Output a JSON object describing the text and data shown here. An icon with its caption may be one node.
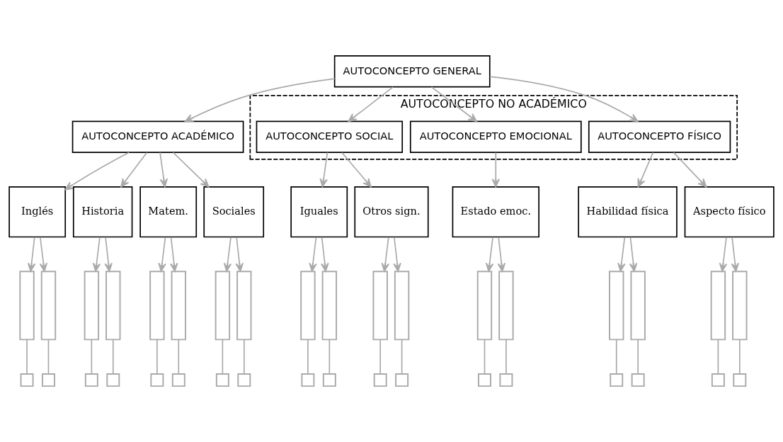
{
  "diagram": {
    "nodes": [
      {
        "text": [
          "AUTOCONCEPTO GENERAL"
        ]
      },
      {
        "text": [
          "AUTOCONCEPTO ACADÉMICO"
        ]
      },
      {
        "text": [
          "AUTOCONCEPTO NO ACADÉMICO"
        ]
      },
      {
        "text": [
          "AUTOCONCEPTO SOCIAL"
        ],
        "in": 2
      },
      {
        "text": [
          "AUTOCONCEPTO EMOCIONAL"
        ],
        "in": 2
      },
      {
        "text": [
          "AUTOCONCEPTO FÍSICO"
        ],
        "in": 2
      },
      {
        "text": [
          "Inglés"
        ]
      },
      {
        "text": [
          "Historia"
        ]
      },
      {
        "text": [
          "Matem."
        ]
      },
      {
        "text": [
          "Sociales"
        ]
      },
      {
        "text": [
          "Iguales"
        ]
      },
      {
        "text": [
          "Otros sign."
        ]
      },
      {
        "text": [
          "Estado emoc."
        ]
      },
      {
        "text": [
          "Habilidad física"
        ]
      },
      {
        "text": [
          "Aspecto físico"
        ]
      },
      {
        "text": [],
        "shape": "bar"
      },
      {
        "text": [],
        "shape": "bar"
      },
      {
        "text": [],
        "shape": "bar"
      },
      {
        "text": [],
        "shape": "bar"
      },
      {
        "text": [],
        "shape": "bar"
      },
      {
        "text": [],
        "shape": "bar"
      },
      {
        "text": [],
        "shape": "bar"
      },
      {
        "text": [],
        "shape": "bar"
      },
      {
        "text": [],
        "shape": "bar"
      },
      {
        "text": [],
        "shape": "bar"
      },
      {
        "text": [],
        "shape": "bar"
      },
      {
        "text": [],
        "shape": "bar"
      },
      {
        "text": [],
        "shape": "bar"
      },
      {
        "text": [],
        "shape": "bar"
      },
      {
        "text": [],
        "shape": "bar"
      },
      {
        "text": [],
        "shape": "bar"
      },
      {
        "text": [],
        "shape": "bar"
      },
      {
        "text": [],
        "shape": "bar"
      },
      {
        "text": [],
        "shape": "box"
      },
      {
        "text": [],
        "shape": "box"
      },
      {
        "text": [],
        "shape": "box"
      },
      {
        "text": [],
        "shape": "box"
      },
      {
        "text": [],
        "shape": "box"
      },
      {
        "text": [],
        "shape": "box"
      },
      {
        "text": [],
        "shape": "box"
      },
      {
        "text": [],
        "shape": "box"
      },
      {
        "text": [],
        "shape": "box"
      },
      {
        "text": [],
        "shape": "box"
      },
      {
        "text": [],
        "shape": "box"
      },
      {
        "text": [],
        "shape": "box"
      },
      {
        "text": [],
        "shape": "box"
      },
      {
        "text": [],
        "shape": "box"
      },
      {
        "text": [],
        "shape": "box"
      },
      {
        "text": [],
        "shape": "box"
      },
      {
        "text": [],
        "shape": "box"
      },
      {
        "text": [],
        "shape": "box"
      }
    ],
    "edges": [
      {
        "from": 0,
        "to": 1,
        "arrow": "to"
      },
      {
        "from": 0,
        "to": 3,
        "arrow": "to"
      },
      {
        "from": 0,
        "to": 4,
        "arrow": "to"
      },
      {
        "from": 0,
        "to": 5,
        "arrow": "to"
      },
      {
        "from": 1,
        "to": 6,
        "arrow": "to"
      },
      {
        "from": 1,
        "to": 7,
        "arrow": "to"
      },
      {
        "from": 1,
        "to": 8,
        "arrow": "to"
      },
      {
        "from": 1,
        "to": 9,
        "arrow": "to"
      },
      {
        "from": 3,
        "to": 10,
        "arrow": "to"
      },
      {
        "from": 3,
        "to": 11,
        "arrow": "to"
      },
      {
        "from": 4,
        "to": 12,
        "arrow": "to"
      },
      {
        "from": 5,
        "to": 13,
        "arrow": "to"
      },
      {
        "from": 5,
        "to": 14,
        "arrow": "to"
      },
      {
        "from": 6,
        "to": 15,
        "arrow": "to"
      },
      {
        "from": 6,
        "to": 16,
        "arrow": "to"
      },
      {
        "from": 7,
        "to": 17,
        "arrow": "to"
      },
      {
        "from": 7,
        "to": 18,
        "arrow": "to"
      },
      {
        "from": 8,
        "to": 19,
        "arrow": "to"
      },
      {
        "from": 8,
        "to": 20,
        "arrow": "to"
      },
      {
        "from": 9,
        "to": 21,
        "arrow": "to"
      },
      {
        "from": 9,
        "to": 22,
        "arrow": "to"
      },
      {
        "from": 10,
        "to": 23,
        "arrow": "to"
      },
      {
        "from": 10,
        "to": 24,
        "arrow": "to"
      },
      {
        "from": 11,
        "to": 25,
        "arrow": "to"
      },
      {
        "from": 11,
        "to": 26,
        "arrow": "to"
      },
      {
        "from": 12,
        "to": 27,
        "arrow": "to"
      },
      {
        "from": 12,
        "to": 28,
        "arrow": "to"
      },
      {
        "from": 13,
        "to": 29,
        "arrow": "to"
      },
      {
        "from": 13,
        "to": 30,
        "arrow": "to"
      },
      {
        "from": 14,
        "to": 31,
        "arrow": "to"
      },
      {
        "from": 14,
        "to": 32,
        "arrow": "to"
      },
      {
        "from": 15,
        "to": 33,
        "arrow": "none"
      },
      {
        "from": 16,
        "to": 34,
        "arrow": "none"
      },
      {
        "from": 17,
        "to": 35,
        "arrow": "none"
      },
      {
        "from": 18,
        "to": 36,
        "arrow": "none"
      },
      {
        "from": 19,
        "to": 37,
        "arrow": "none"
      },
      {
        "from": 20,
        "to": 38,
        "arrow": "none"
      },
      {
        "from": 21,
        "to": 39,
        "arrow": "none"
      },
      {
        "from": 22,
        "to": 40,
        "arrow": "none"
      },
      {
        "from": 23,
        "to": 41,
        "arrow": "none"
      },
      {
        "from": 24,
        "to": 42,
        "arrow": "none"
      },
      {
        "from": 25,
        "to": 43,
        "arrow": "none"
      },
      {
        "from": 26,
        "to": 44,
        "arrow": "none"
      },
      {
        "from": 27,
        "to": 45,
        "arrow": "none"
      },
      {
        "from": 28,
        "to": 46,
        "arrow": "none"
      },
      {
        "from": 29,
        "to": 47,
        "arrow": "none"
      },
      {
        "from": 30,
        "to": 48,
        "arrow": "none"
      },
      {
        "from": 31,
        "to": 49,
        "arrow": "none"
      },
      {
        "from": 32,
        "to": 50,
        "arrow": "none"
      }
    ]
  }
}
